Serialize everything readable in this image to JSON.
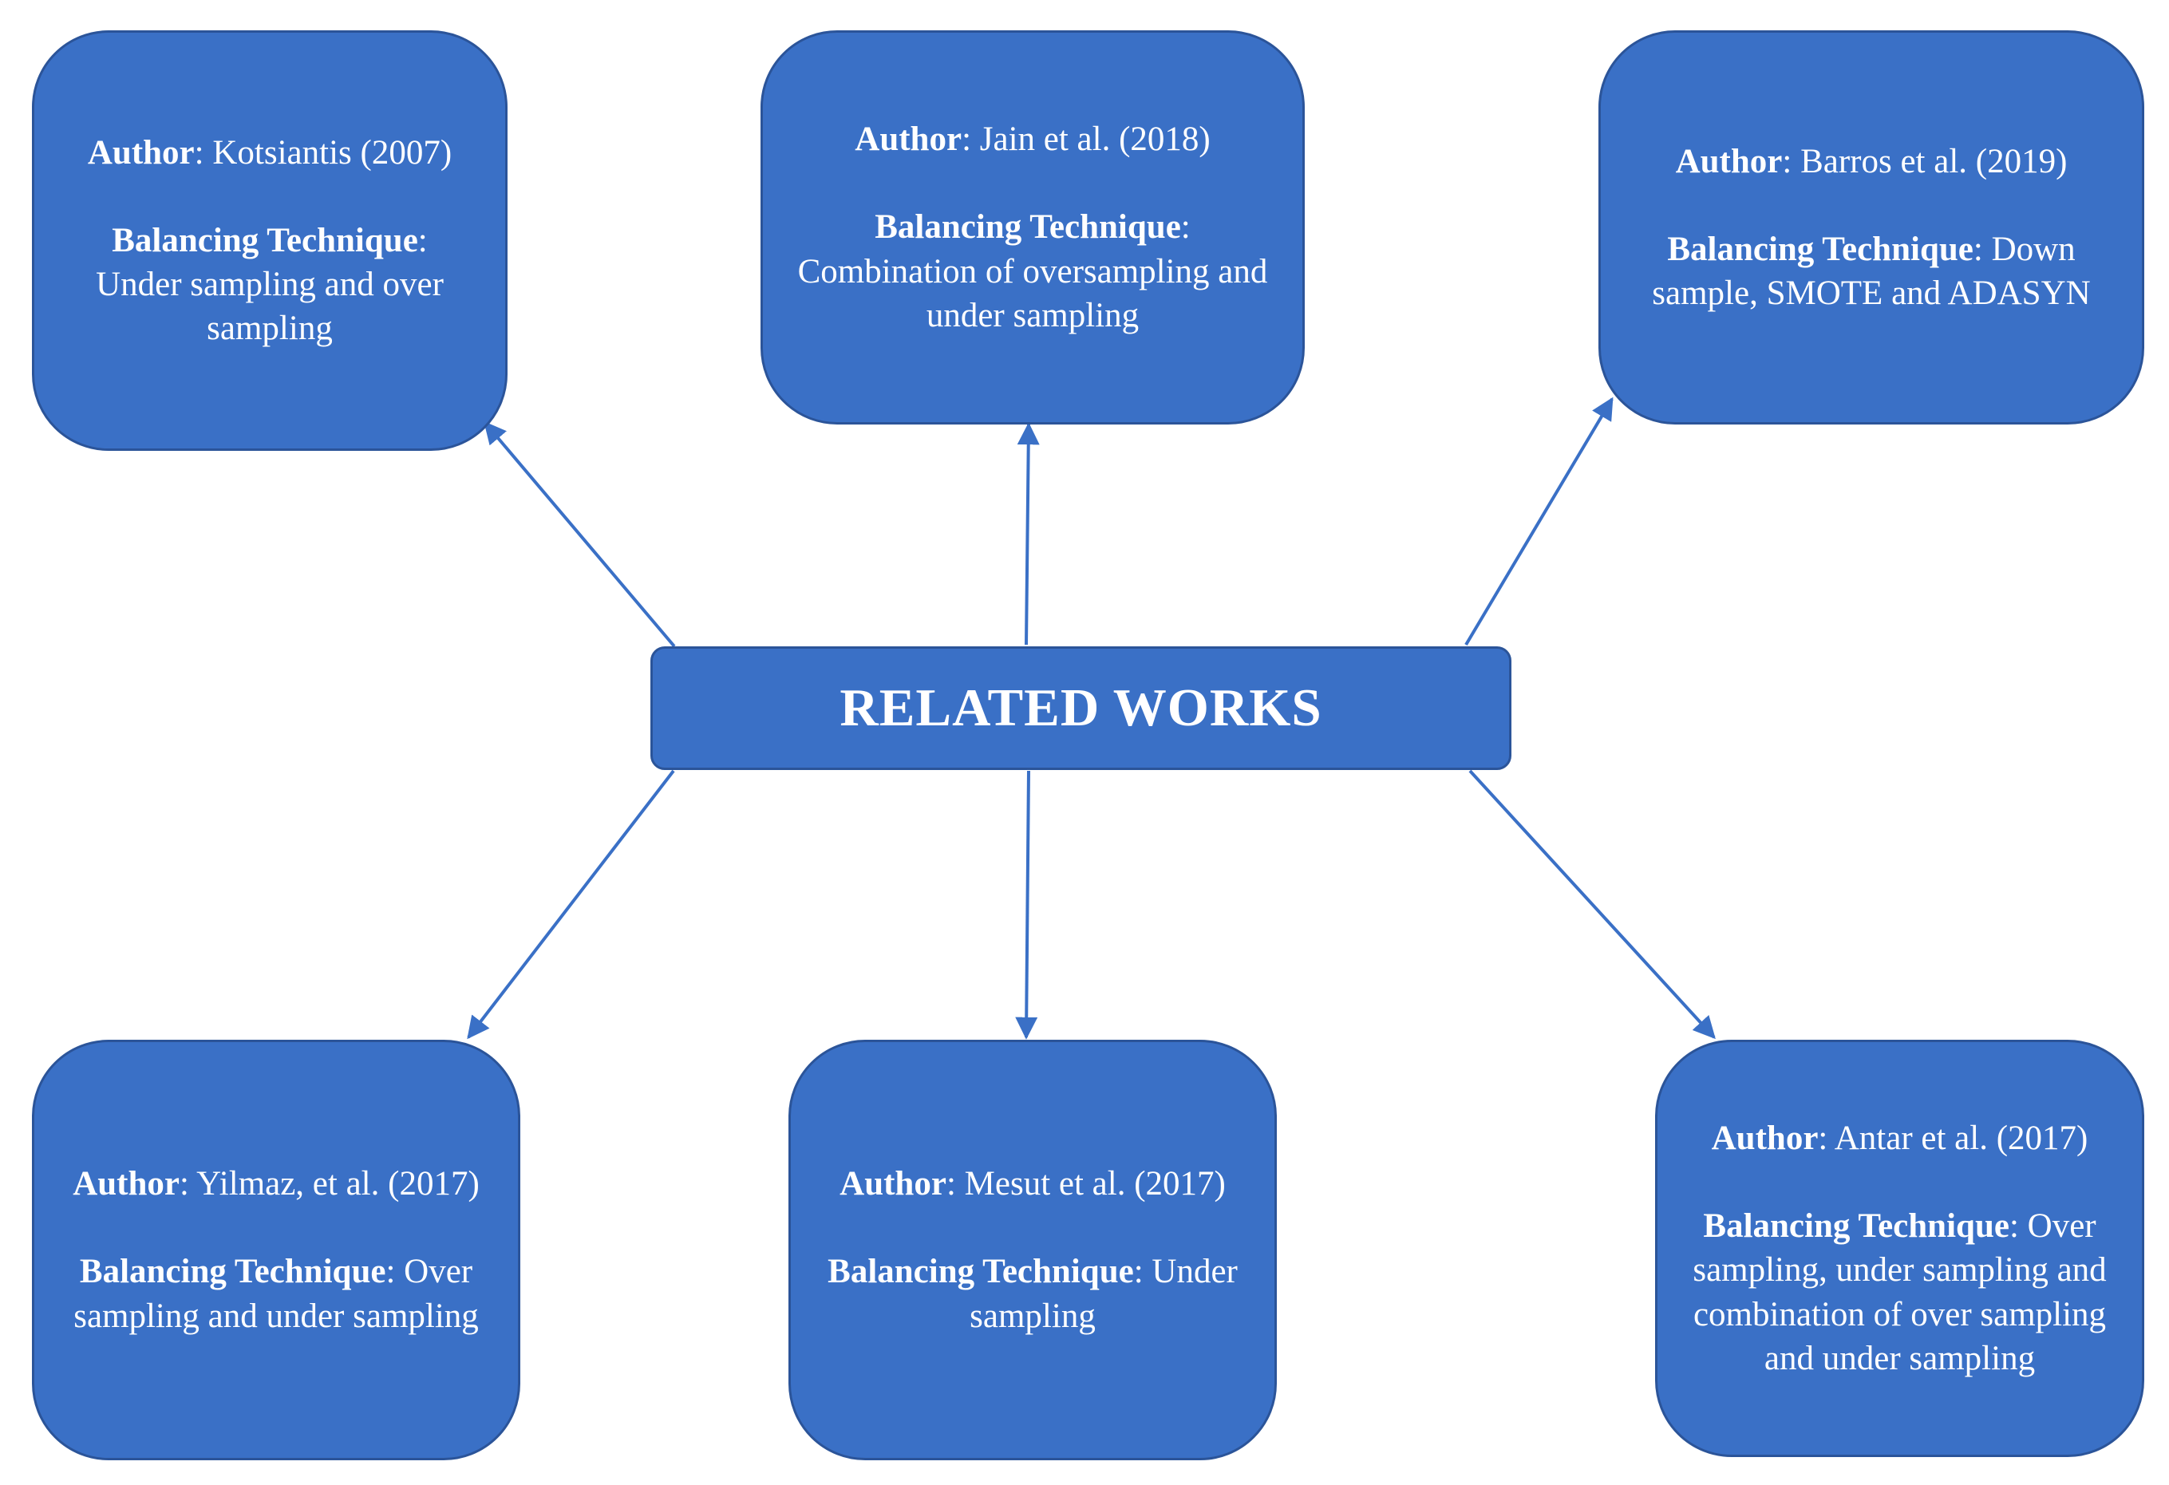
{
  "diagram": {
    "center": {
      "title": "RELATED WORKS"
    },
    "nodes": [
      {
        "author_label": "Author",
        "author": ": Kotsiantis (2007)",
        "technique_label": "Balancing Technique",
        "technique": ": Under sampling and over sampling"
      },
      {
        "author_label": "Author",
        "author": ": Jain et al. (2018)",
        "technique_label": "Balancing Technique",
        "technique": ": Combination of oversampling and under sampling"
      },
      {
        "author_label": "Author",
        "author": ": Barros et al. (2019)",
        "technique_label": "Balancing Technique",
        "technique": ": Down sample, SMOTE and ADASYN"
      },
      {
        "author_label": "Author",
        "author": ": Yilmaz, et al. (2017)",
        "technique_label": "Balancing Technique",
        "technique": ": Over sampling and under sampling"
      },
      {
        "author_label": "Author",
        "author": ": Mesut et al. (2017)",
        "technique_label": "Balancing Technique",
        "technique": ": Under sampling"
      },
      {
        "author_label": "Author",
        "author": ": Antar et al. (2017)",
        "technique_label": "Balancing Technique",
        "technique": ": Over sampling, under sampling and combination of over sampling and under sampling"
      }
    ],
    "colors": {
      "box_fill": "#3a70c6",
      "box_border": "#2b5499",
      "arrow": "#3a70c6",
      "text": "#ffffff"
    }
  }
}
